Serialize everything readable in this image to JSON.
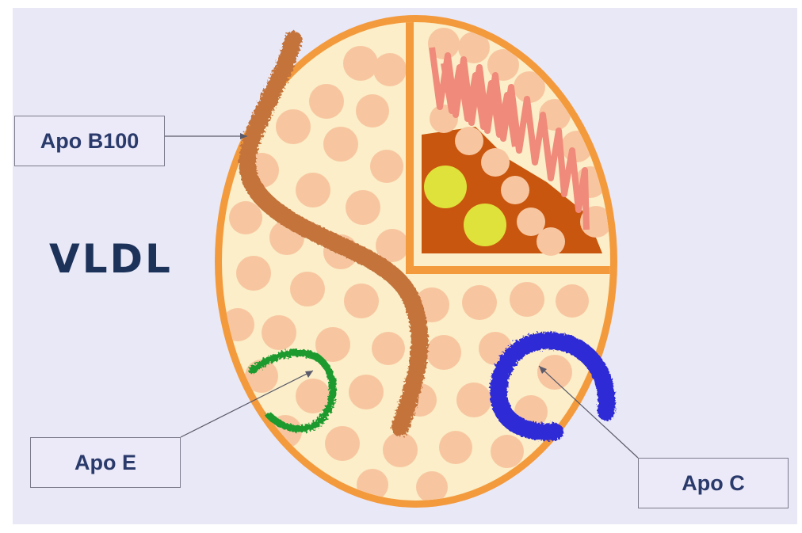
{
  "title": "VLDL",
  "labels": {
    "apo_b100": "Apo B100",
    "apo_e": "Apo E",
    "apo_c": "Apo C"
  },
  "colors": {
    "background": "#e9e8f7",
    "shell": "#f39a3d",
    "core": "#fbeec8",
    "lipid_droplet": "#f7c6a0",
    "apo_b100": "#c4733a",
    "apo_e": "#1d9a2e",
    "apo_c": "#2f2ad6",
    "phospholipid_tail": "#f08a7a",
    "inner_core": "#c9560e",
    "cholesterol": "#dfe23a",
    "title": "#1c3259"
  }
}
